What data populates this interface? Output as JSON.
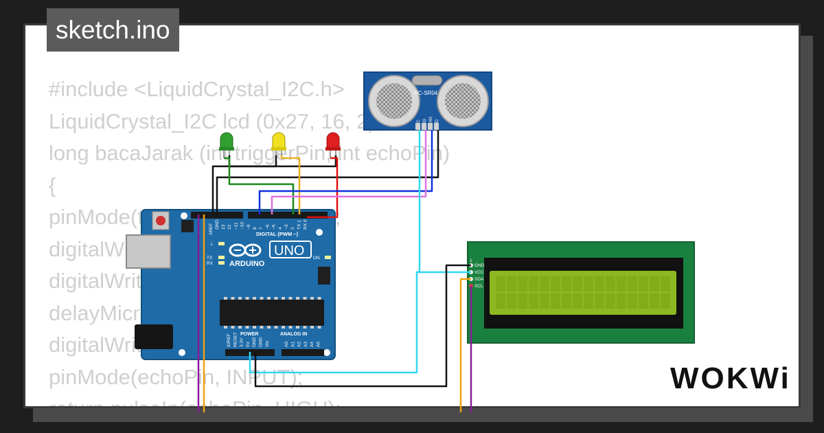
{
  "header": {
    "filename": "sketch.ino"
  },
  "code": {
    "lines": [
      "#include <LiquidCrystal_I2C.h>",
      "LiquidCrystal_I2C lcd (0x27, 16, 2);",
      "long bacaJarak (int triggerPin, int echoPin)",
      "{",
      "pinMode(triggerPin, OUTPUT);",
      "digitalWrite(triggerPin, LOW);",
      "digitalWrite(triggerPin, HIGH);",
      "delayMicroseconds(10);",
      "digitalWrite(triggerPin, LOW);",
      "pinMode(echoPin, INPUT);",
      "return pulseIn(echoPin, HIGH);"
    ]
  },
  "sensor": {
    "model": "HC-SR04",
    "pins": [
      "VCC",
      "TRIG",
      "ECHO",
      "GND"
    ]
  },
  "arduino": {
    "brand": "ARDUINO",
    "model": "UNO",
    "on_label": "ON",
    "digital_label": "DIGITAL (PWM ~)",
    "power_label": "POWER",
    "analog_label": "ANALOG IN",
    "left_labels": [
      "AREF",
      "GND"
    ],
    "led_labels": [
      "L",
      "TX",
      "RX"
    ],
    "digital_pins": [
      "13",
      "12",
      "~11",
      "~10",
      "~9",
      "8",
      "7",
      "~6",
      "~5",
      "4",
      "~3",
      "2",
      "TX 1",
      "RX 0"
    ],
    "power_pins": [
      "IOREF",
      "RESET",
      "3.3V",
      "5V",
      "GND",
      "GND",
      "Vin"
    ],
    "analog_pins": [
      "A0",
      "A1",
      "A2",
      "A3",
      "A4",
      "A5"
    ]
  },
  "lcd": {
    "pins": [
      "GND",
      "VCC",
      "SDA",
      "SCL"
    ],
    "pin1_label": "1"
  },
  "leds": {
    "colors": [
      "green",
      "yellow",
      "red"
    ]
  },
  "brand": {
    "logo_text": "WOKWi"
  },
  "colors": {
    "wire_black": "#111111",
    "wire_green": "#1a8a1a",
    "wire_yellow": "#e8b020",
    "wire_red": "#e01010",
    "wire_blue": "#1030e0",
    "wire_violet": "#e070e0",
    "wire_cyan": "#30d8f0",
    "wire_orange": "#f0a010",
    "wire_purple": "#8a1a9a",
    "board_blue": "#1e6ba8",
    "lcd_green": "#1a8040",
    "lcd_screen": "#8db820"
  }
}
